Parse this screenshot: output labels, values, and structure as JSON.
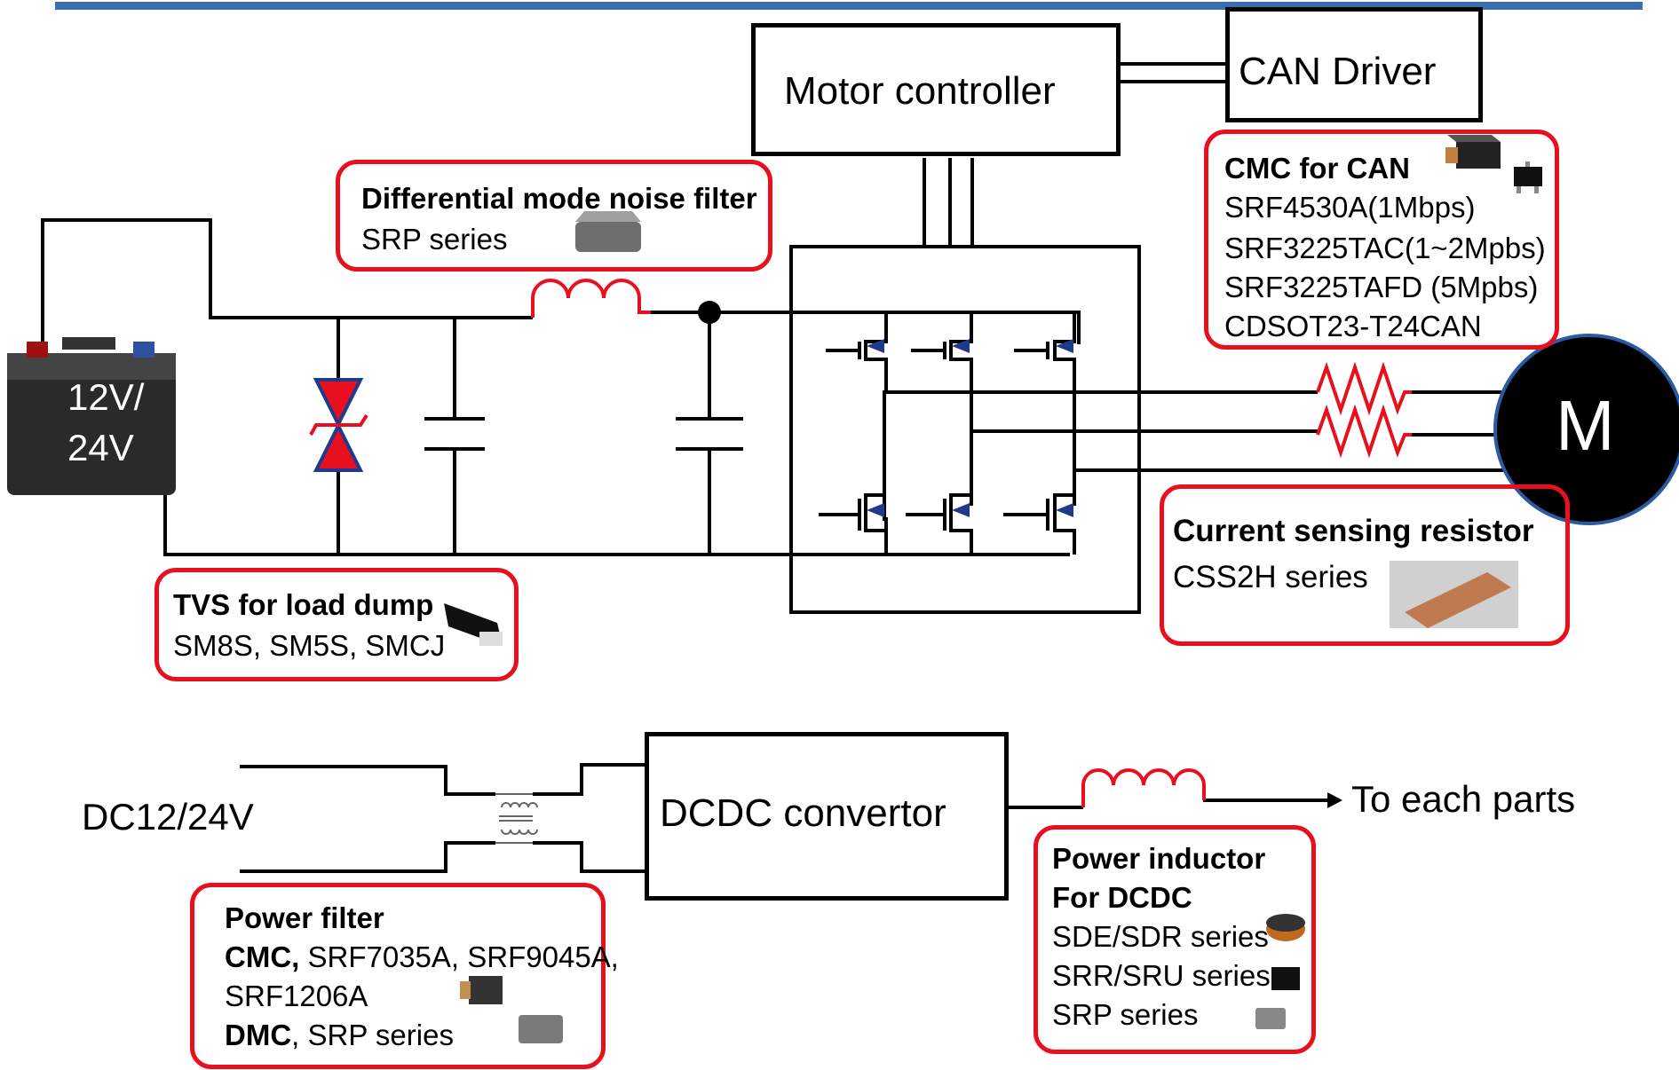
{
  "blocks": {
    "motor_controller": "Motor controller",
    "can_driver": "CAN Driver",
    "dcdc": "DCDC convertor",
    "motor": "M",
    "battery_line1": "12V/",
    "battery_line2": "24V"
  },
  "labels": {
    "dc_input": "DC12/24V",
    "to_each_parts": "To each parts"
  },
  "callouts": {
    "diff_filter": {
      "title": "Differential mode noise filter",
      "line1": "SRP series"
    },
    "cmc_can": {
      "title": "CMC for CAN",
      "items": [
        "SRF4530A(1Mbps)",
        "SRF3225TAC(1~2Mpbs)",
        "SRF3225TAFD (5Mpbs)",
        "CDSOT23-T24CAN"
      ]
    },
    "tvs": {
      "title": "TVS for load dump",
      "line1": "SM8S, SM5S, SMCJ"
    },
    "current_sense": {
      "title": "Current sensing resistor",
      "line1": "CSS2H series"
    },
    "power_filter": {
      "title": "Power filter",
      "cmc_bold": "CMC,",
      "cmc_rest": " SRF7035A, SRF9045A,",
      "cmc_line2": "SRF1206A",
      "dmc_bold": "DMC",
      "dmc_rest": ", SRP series"
    },
    "power_inductor": {
      "title1": "Power inductor",
      "title2": "For DCDC",
      "items": [
        "SDE/SDR series",
        "SRR/SRU series",
        "SRP series"
      ]
    }
  },
  "colors": {
    "callout_border": "#e8101e",
    "top_rule": "#3a6fb0",
    "tvs_fill": "#e8101e",
    "gate_arrow": "#1f3a8a",
    "resistor": "#e8101e",
    "motor_fill": "#000000",
    "motor_ring": "#2a5aa0"
  },
  "icons": [
    "inductor-chip-icon",
    "cmc-chip-icon",
    "sot23-chip-icon",
    "tvs-diode-icon",
    "shunt-resistor-icon",
    "smd-inductor-icon",
    "battery-icon"
  ]
}
